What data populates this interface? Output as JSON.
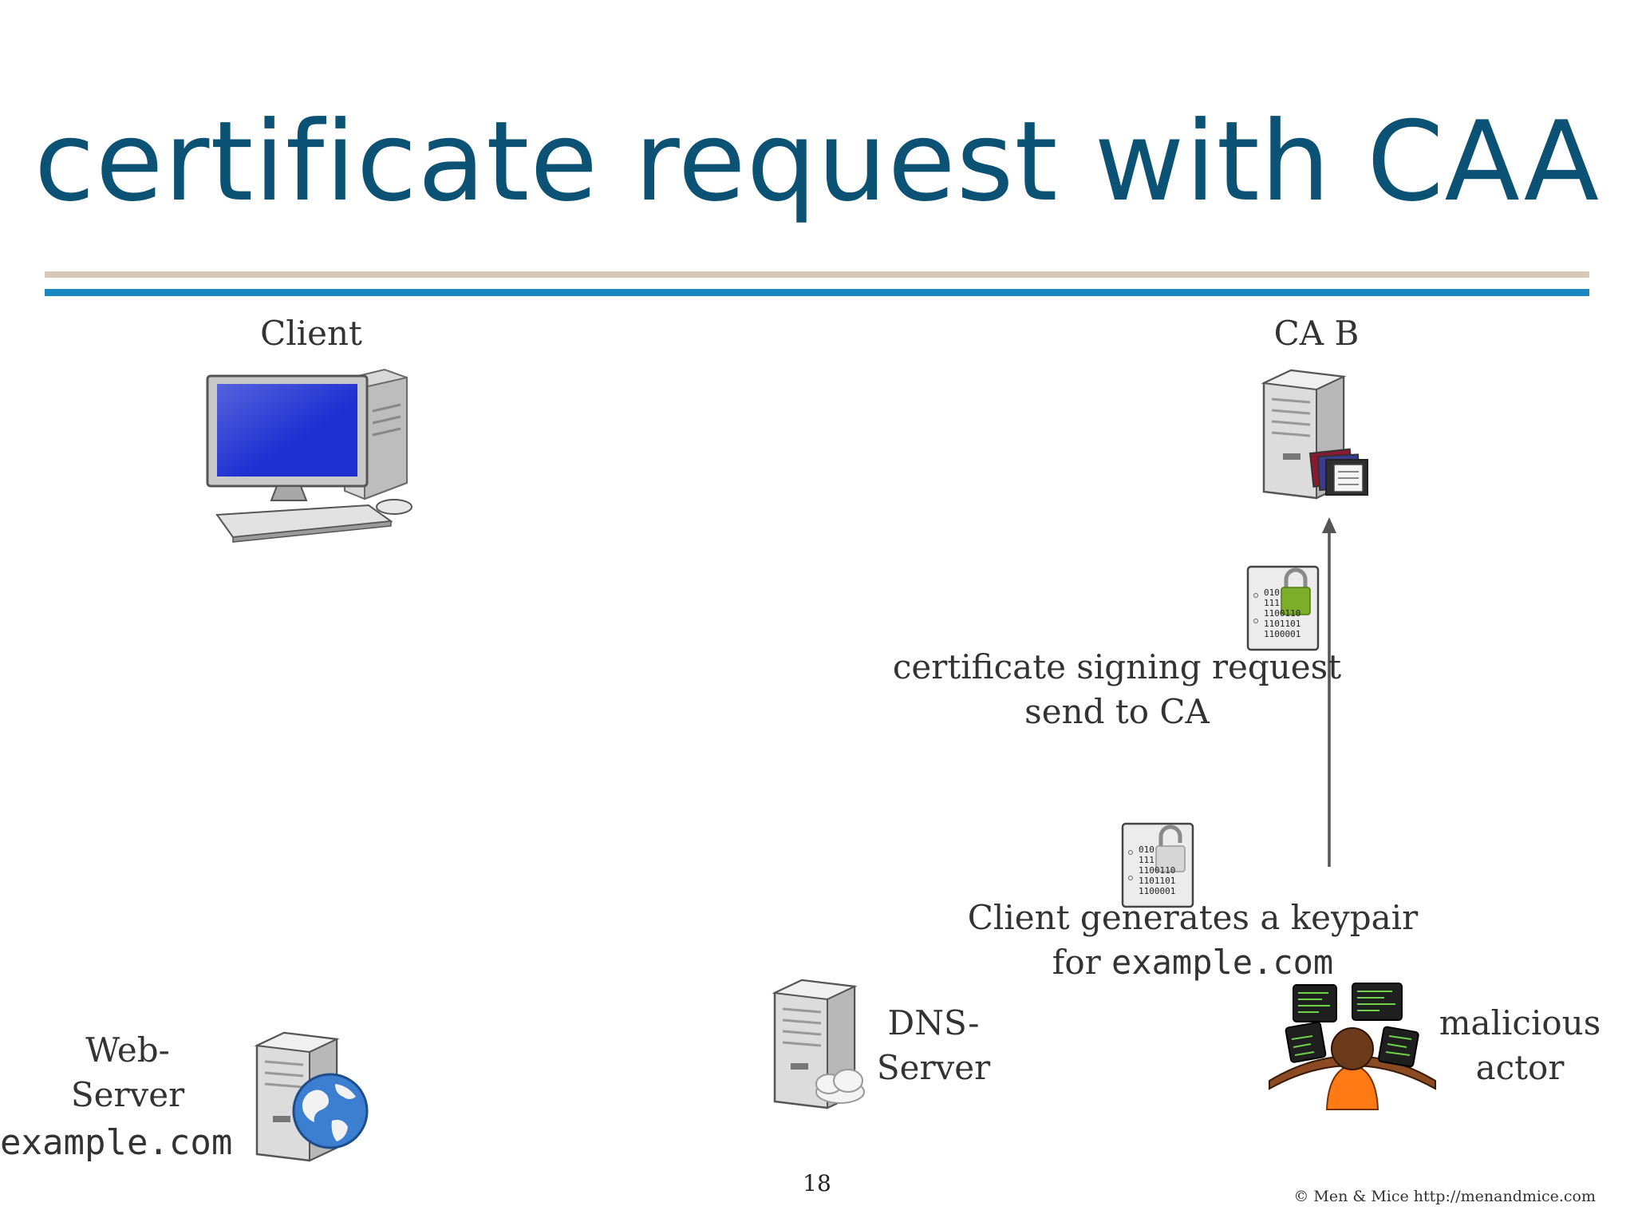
{
  "slide": {
    "title": "certificate request with CAA",
    "page_number": "18",
    "footer": "© Men & Mice  http://menandmice.com"
  },
  "nodes": {
    "client": {
      "label": "Client",
      "icon": "desktop-computer-icon"
    },
    "ca_b": {
      "label": "CA B",
      "icon": "certificate-server-icon"
    },
    "web_server": {
      "label_line1": "Web-",
      "label_line2": "Server",
      "domain": "example.com",
      "icon": "web-server-globe-icon"
    },
    "dns_server": {
      "label_line1": "DNS-",
      "label_line2": "Server",
      "icon": "dns-server-cloud-icon"
    },
    "malicious_actor": {
      "label_line1": "malicious",
      "label_line2": "actor",
      "icon": "hacker-at-monitors-icon"
    }
  },
  "steps": {
    "keypair": {
      "line1": "Client generates a keypair",
      "line2_prefix": "for ",
      "line2_domain": "example.com",
      "icon": "unlocked-document-icon",
      "binary_lines": [
        "010",
        "111",
        "1100110",
        "1101101",
        "1100001"
      ]
    },
    "csr": {
      "line1": "certificate signing request",
      "line2": "send to CA",
      "icon": "locked-document-icon",
      "binary_lines": [
        "010",
        "111",
        "1100110",
        "1101101",
        "1100001"
      ]
    }
  },
  "colors": {
    "title": "#0b5275",
    "rule_tan": "#d4cab6",
    "rule_blue": "#1a87c0",
    "arrow": "#555555",
    "lock_green": "#7cae2a"
  }
}
